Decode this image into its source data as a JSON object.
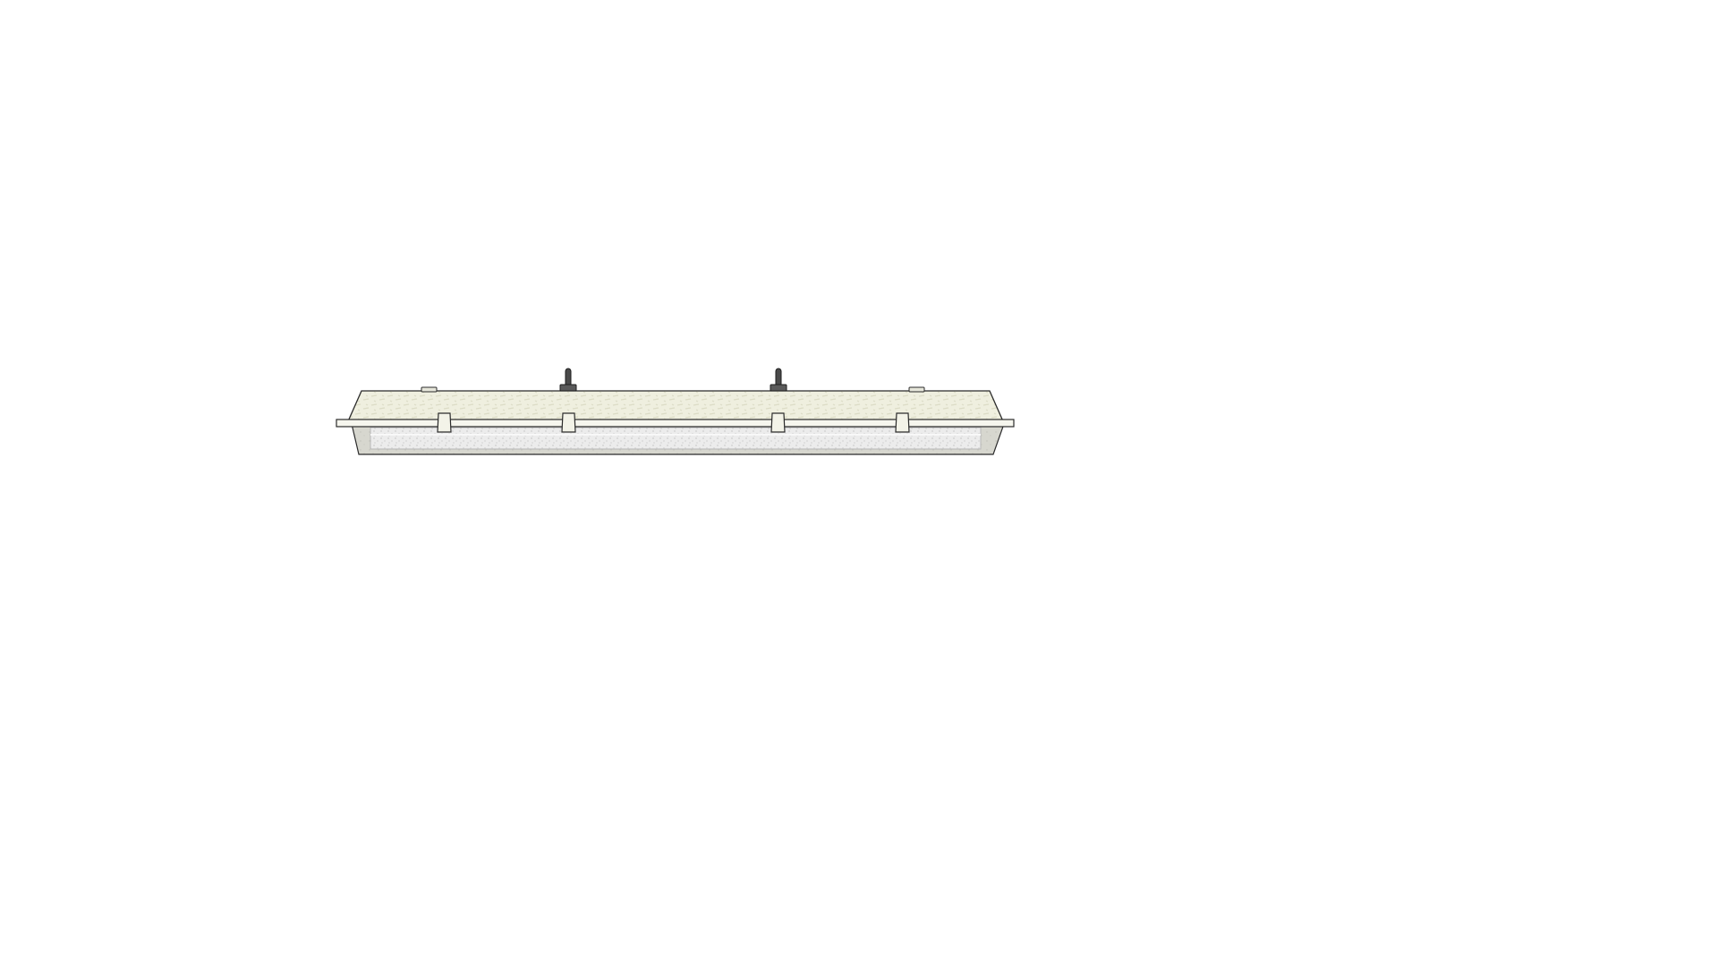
{
  "drawing": {
    "subject": "",
    "style": "sketch-elevation"
  },
  "colors": {
    "background": "#ffffff",
    "housing_fill": "#efefdf",
    "housing_texture": "#dcdcc6",
    "lens_fill": "#ececec",
    "lens_texture": "#d4d4d4",
    "lower_body_fill": "#d7d7cf",
    "outline": "#2b2b2b",
    "bolt": "#3a3a3a",
    "clip_fill": "#f3f3e8"
  },
  "parts": {
    "mounting_bolts": 2,
    "clips": 4,
    "top_screws": 2
  }
}
